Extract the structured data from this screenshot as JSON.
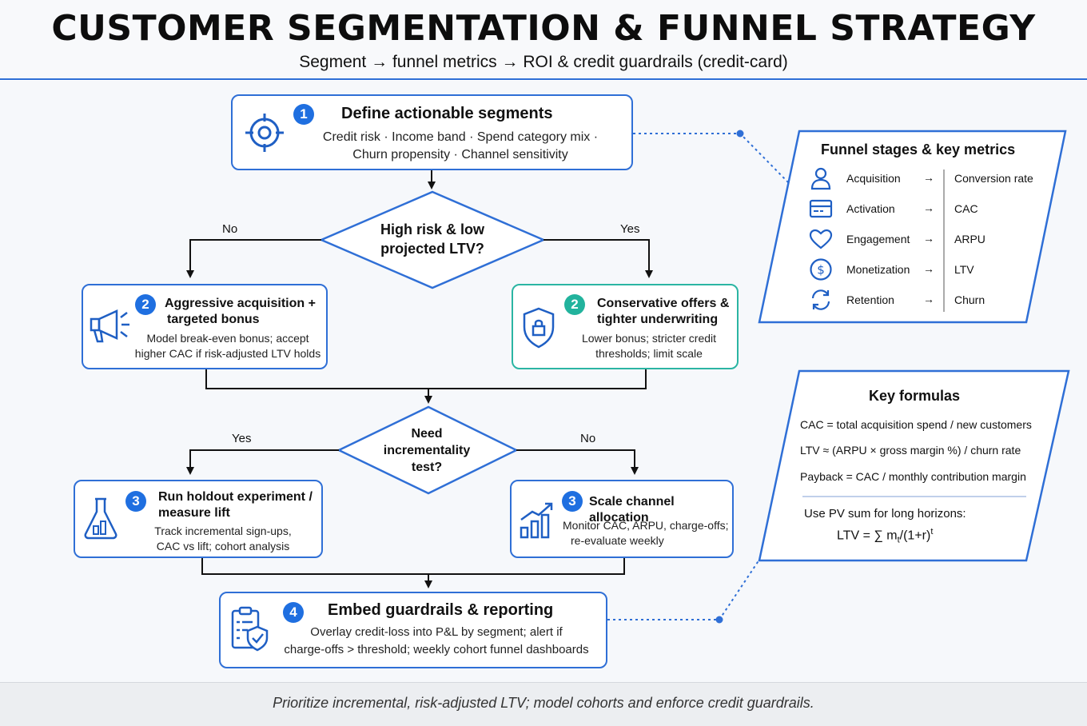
{
  "header": {
    "title": "CUSTOMER SEGMENTATION & FUNNEL STRATEGY",
    "subtitle": "Segment → funnel metrics → ROI & credit guardrails (credit-card)"
  },
  "step1": {
    "badge": "1",
    "title": "Define actionable segments",
    "line1": "Credit risk · Income band · Spend category mix ·",
    "line2": "Churn propensity  ·  Channel sensitivity",
    "icon": "target-icon"
  },
  "decision1": {
    "line1": "High risk & low",
    "line2": "projected LTV?",
    "no_label": "No",
    "yes_label": "Yes"
  },
  "step2a": {
    "badge": "2",
    "title1": "Aggressive acquisition +",
    "title2": "targeted bonus",
    "line1": "Model break-even bonus; accept",
    "line2": "higher CAC if risk-adjusted LTV holds",
    "icon": "megaphone-icon"
  },
  "step2b": {
    "badge": "2",
    "title1": "Conservative offers &",
    "title2": "tighter underwriting",
    "line1": "Lower bonus; stricter credit",
    "line2": "thresholds; limit scale",
    "icon": "shield-lock-icon"
  },
  "decision2": {
    "line1": "Need",
    "line2": "incrementality",
    "line3": "test?",
    "yes_label": "Yes",
    "no_label": "No"
  },
  "step3a": {
    "badge": "3",
    "title1": "Run holdout experiment /",
    "title2": "measure lift",
    "line1": "Track incremental sign-ups,",
    "line2": "CAC vs lift; cohort analysis",
    "icon": "flask-icon"
  },
  "step3b": {
    "badge": "3",
    "title": "Scale channel allocation",
    "line1": "Monitor CAC, ARPU, charge-offs;",
    "line2": "re-evaluate weekly",
    "icon": "growth-chart-icon"
  },
  "step4": {
    "badge": "4",
    "title": "Embed guardrails & reporting",
    "line1": "Overlay credit-loss into P&L by segment; alert if",
    "line2": "charge-offs > threshold; weekly cohort funnel dashboards",
    "icon": "clipboard-shield-icon"
  },
  "funnel": {
    "title": "Funnel stages & key metrics",
    "arrow": "→",
    "rows": [
      {
        "stage": "Acquisition",
        "metric": "Conversion rate",
        "icon": "user-icon"
      },
      {
        "stage": "Activation",
        "metric": "CAC",
        "icon": "card-icon"
      },
      {
        "stage": "Engagement",
        "metric": "ARPU",
        "icon": "heart-icon"
      },
      {
        "stage": "Monetization",
        "metric": "LTV",
        "icon": "dollar-icon"
      },
      {
        "stage": "Retention",
        "metric": "Churn",
        "icon": "refresh-icon"
      }
    ]
  },
  "formulas": {
    "title": "Key formulas",
    "f1": "CAC = total acquisition spend / new customers",
    "f2": "LTV ≈ (ARPU × gross margin %) / churn rate",
    "f3": "Payback = CAC / monthly contribution margin",
    "note": "Use PV sum for long horizons:",
    "pv_prefix": "LTV = ∑ m",
    "pv_sub": "t",
    "pv_mid": "/(1+r)",
    "pv_sup": "t"
  },
  "footer": {
    "text": "Prioritize incremental, risk-adjusted LTV; model cohorts and enforce credit guardrails."
  },
  "colors": {
    "blue": "#2f6fd6",
    "badge_blue": "#1f6fe0",
    "teal": "#2bb5a3"
  }
}
